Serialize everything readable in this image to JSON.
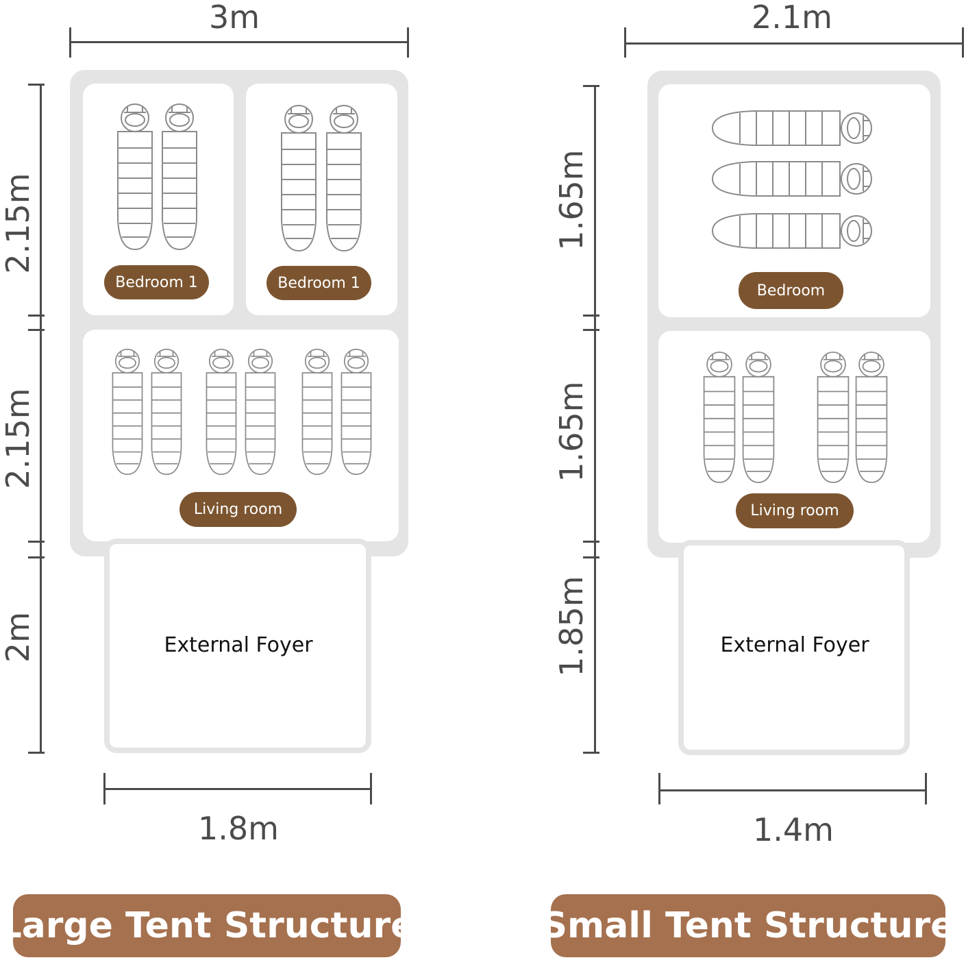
{
  "large": {
    "width_top": "3m",
    "width_bottom": "1.8m",
    "depth_bedroom": "2.15m",
    "depth_living": "2.15m",
    "depth_foyer": "2m",
    "bedroom_left_label": "Bedroom 1",
    "bedroom_right_label": "Bedroom 1",
    "living_label": "Living room",
    "foyer_label": "External Foyer",
    "title": "Large Tent Structure"
  },
  "small": {
    "width_top": "2.1m",
    "width_bottom": "1.4m",
    "depth_bedroom": "1.65m",
    "depth_living": "1.65m",
    "depth_foyer": "1.85m",
    "bedroom_label": "Bedroom",
    "living_label": "Living room",
    "foyer_label": "External Foyer",
    "title": "Small Tent Structure"
  },
  "colors": {
    "label_pill": "#7c5530",
    "title_banner": "#a5714f",
    "tent_frame": "#e4e4e4",
    "dimension_line": "#4b4b4b"
  },
  "icons": [
    "sleeping-bag-icon"
  ]
}
